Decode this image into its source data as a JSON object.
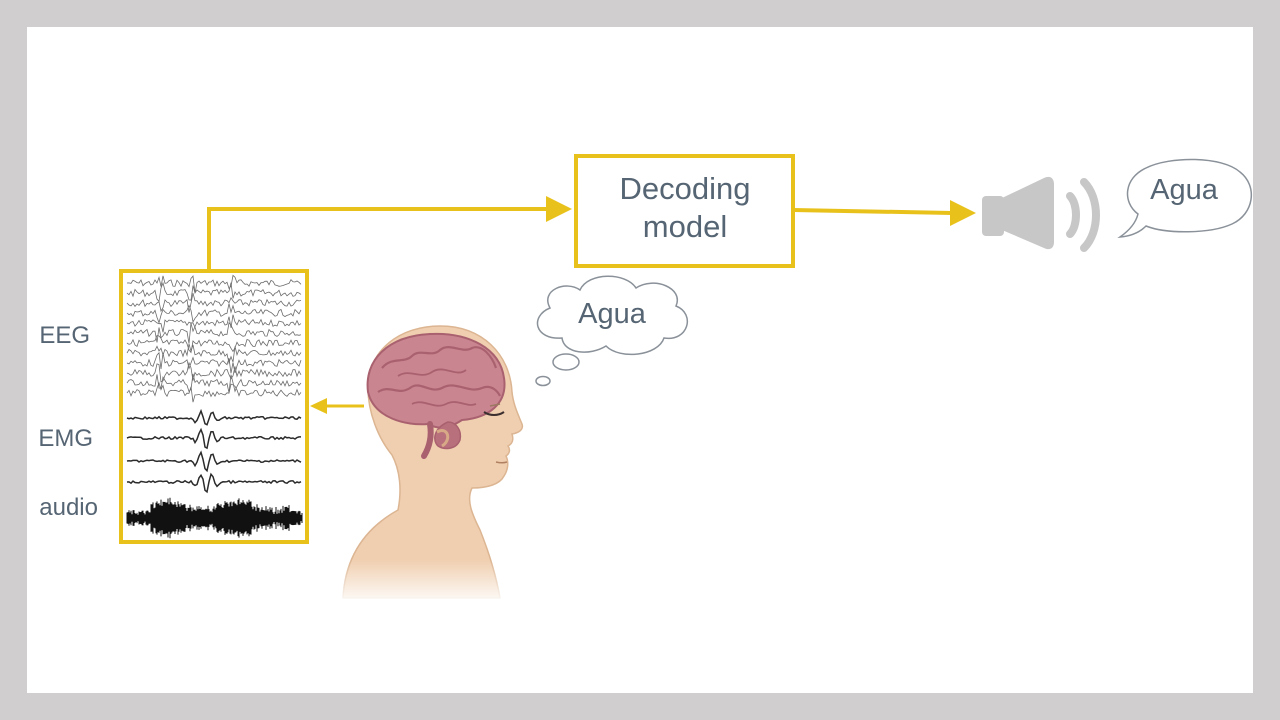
{
  "signals": {
    "eeg": "EEG",
    "emg": "EMG",
    "audio": "audio"
  },
  "decoder": {
    "line1": "Decoding",
    "line2": "model"
  },
  "thought_bubble": "Agua",
  "speech_bubble": "Agua",
  "colors": {
    "frame_background": "#d0cece",
    "accent": "#e8c21b",
    "text": "#566573",
    "skin": "#f0cfb0",
    "brain": "#c98590",
    "speaker": "#c7c7c7"
  }
}
